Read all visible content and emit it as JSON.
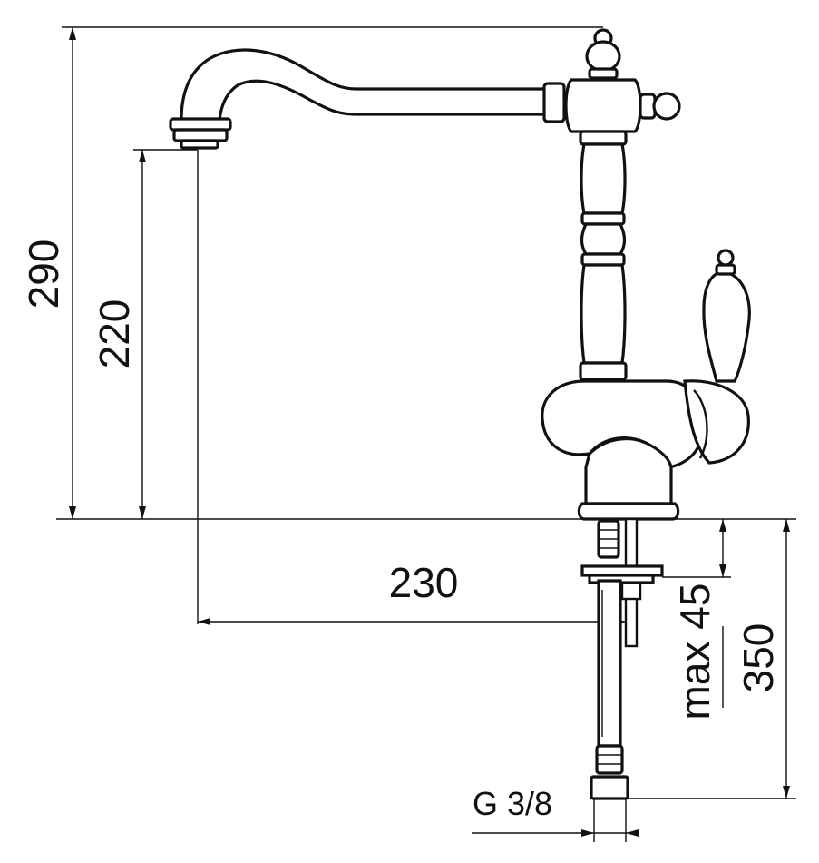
{
  "diagram": {
    "dimensions": {
      "total_height": "290",
      "spout_height": "220",
      "spout_reach": "230",
      "max_deck_thickness": "max 45",
      "hose_length": "350",
      "connection_thread": "G 3/8"
    }
  }
}
